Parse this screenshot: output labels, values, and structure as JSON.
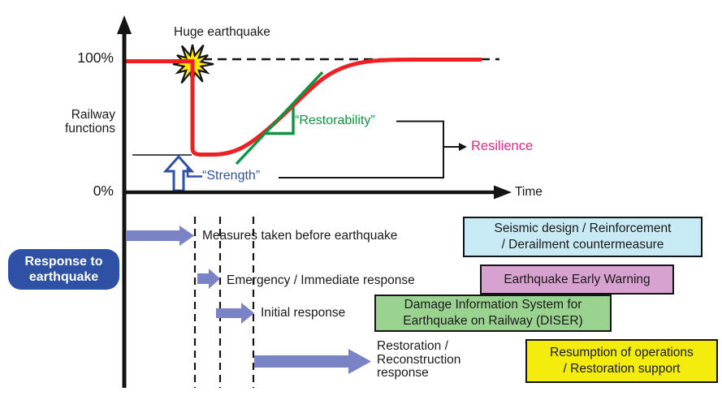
{
  "graph": {
    "y_max_label": "100%",
    "y_axis_title_lines": [
      "Railway",
      "functions"
    ],
    "y_min_label": "0%",
    "x_axis_label": "Time",
    "event_label": "Huge earthquake",
    "strength_label": "“Strength”",
    "restorability_label": "“Restorability”",
    "resilience_label": "Resilience",
    "colors": {
      "curve": "#ED2024",
      "strength": "#2E51A6",
      "restorability": "#0C9540",
      "resilience": "#F2267E",
      "burst_fill": "#FFE900",
      "phase_arrow": "#7983C5"
    }
  },
  "timeline": {
    "intro_box": {
      "lines": [
        "Response to",
        "earthquake"
      ],
      "bg": "#2E51A6"
    },
    "phases": [
      {
        "label": "Measures taken before earthquake"
      },
      {
        "label": "Emergency / Immediate response"
      },
      {
        "label": "Initial response"
      },
      {
        "lines": [
          "Restoration /",
          "Reconstruction",
          "response"
        ]
      }
    ],
    "measures": [
      {
        "lines": [
          "Seismic design / Reinforcement",
          "/ Derailment countermeasure"
        ],
        "bg": "#C8EAF4"
      },
      {
        "lines": [
          "Earthquake Early Warning"
        ],
        "bg": "#D7A2D0"
      },
      {
        "lines": [
          "Damage Information System for",
          "Earthquake on Railway (DISER)"
        ],
        "bg": "#9AD28F"
      },
      {
        "lines": [
          "Resumption of operations",
          "/ Restoration support"
        ],
        "bg": "#F4EC0D"
      }
    ]
  }
}
